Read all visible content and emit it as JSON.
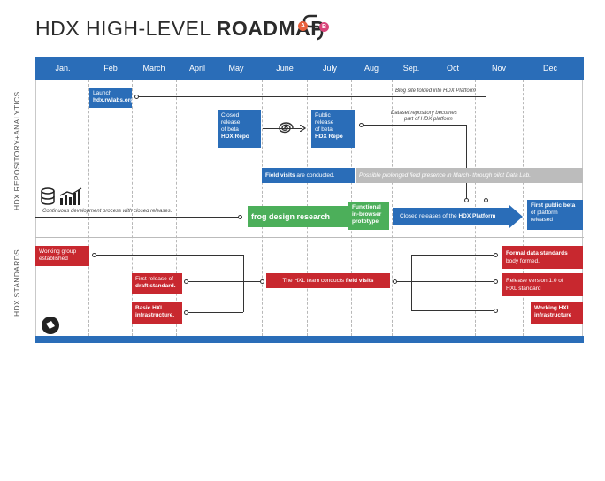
{
  "title": {
    "light": "HDX HIGH-LEVEL ",
    "bold": "ROADMAP",
    "badge_a": "A",
    "badge_b": "B"
  },
  "months": [
    "Jan.",
    "Feb",
    "March",
    "April",
    "May",
    "June",
    "July",
    "Aug",
    "Sep.",
    "Oct",
    "Nov",
    "Dec"
  ],
  "lanes": {
    "top": "HDX REPOSITORY+ANALYTICS",
    "bottom": "HDX STANDARDS"
  },
  "repo": {
    "launch_line1": "Launch",
    "launch_line2": "hdx.rwlabs.org",
    "closed_release_line1": "Closed",
    "closed_release_line2": "release",
    "closed_release_line3": "of beta",
    "closed_release_line4": "HDX Repo",
    "public_release_line1": "Public",
    "public_release_line2": "release",
    "public_release_line3": "of beta",
    "public_release_line4": "HDX Repo",
    "field_visits_bold": "Field visits",
    "field_visits_rest": " are conducted.",
    "possible_prolonged": "Possible prolonged field presence in March- through pilot Data Lab.",
    "frog": "frog design research",
    "prototype_line1": "Functional",
    "prototype_line2": "in-browser",
    "prototype_line3": "prototype",
    "closed_platform_pre": "Closed releases of the ",
    "closed_platform_bold": "HDX Platform",
    "first_public_line1": "First public beta",
    "first_public_line2": "of platform",
    "first_public_line3": "released",
    "note_blog": "Blog site folded into HDX Platform",
    "note_dataset_line1": "Dataset repository becomes",
    "note_dataset_line2": "part of HDX platform",
    "note_continuous": "Continuous development process with closed releases."
  },
  "standards": {
    "working_group_line1": "Working group",
    "working_group_line2": "established",
    "first_release_line1": "First release of",
    "first_release_line2": "draft standard.",
    "basic_hxl_line1": "Basic HXL",
    "basic_hxl_line2": "infrastructure.",
    "field_visits_pre": "The HXL team conducts ",
    "field_visits_bold": "field visits",
    "formal_line1": "Formal data standards",
    "formal_line2": "body formed.",
    "release_line1": "Release version 1.0 of",
    "release_line2": "HXL standard",
    "working_hxl_line1": "Working HXL",
    "working_hxl_line2": "infrastructure"
  },
  "colors": {
    "blue": "#2a6db8",
    "red": "#c8282f",
    "green": "#4caf5a",
    "grey": "#bcbcbc"
  }
}
